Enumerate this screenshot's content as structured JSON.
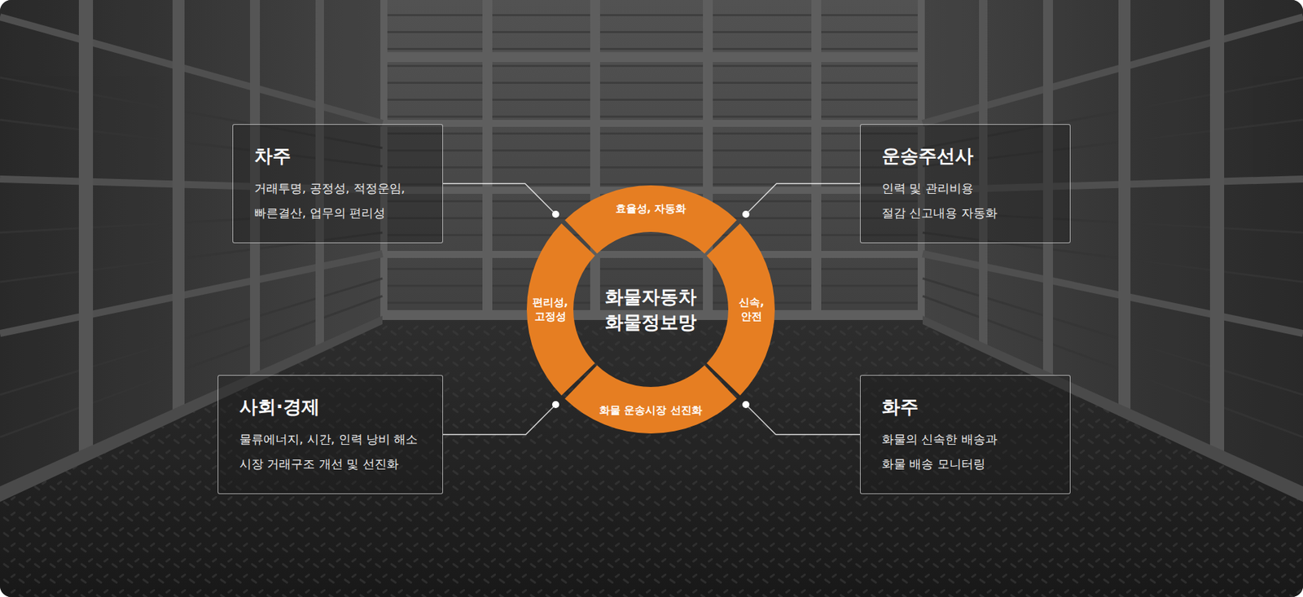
{
  "diagram": {
    "nodes": [
      {
        "text": [
          "차주",
          "거래투명, 공정성, 적정운임, 빠른결산, 업무의 편리성"
        ]
      },
      {
        "text": [
          "운송주선사",
          "인력 및 관리비용 절감 신고내용 자동화"
        ]
      },
      {
        "text": [
          "화물자동차 화물정보망"
        ]
      },
      {
        "text": [
          "효율성, 자동화"
        ],
        "in": 2
      },
      {
        "text": [
          "편리성, 고정성"
        ],
        "in": 2
      },
      {
        "text": [
          "신속, 안전"
        ],
        "in": 2
      },
      {
        "text": [
          "화물 운송시장 선진화"
        ],
        "in": 2
      },
      {
        "text": [
          "사회·경제",
          "물류에너지, 시간, 인력 낭비 해소 시장 거래구조 개선 및 선진화"
        ]
      },
      {
        "text": [
          "화주",
          "화물의 신속한 배송과 화물 배송 모니터링"
        ]
      }
    ],
    "edges": [
      {
        "from": 0,
        "to": 2,
        "arrow": "none"
      },
      {
        "from": 1,
        "to": 2,
        "arrow": "none"
      },
      {
        "from": 7,
        "to": 2,
        "arrow": "none"
      },
      {
        "from": 8,
        "to": 2,
        "arrow": "none"
      }
    ]
  }
}
